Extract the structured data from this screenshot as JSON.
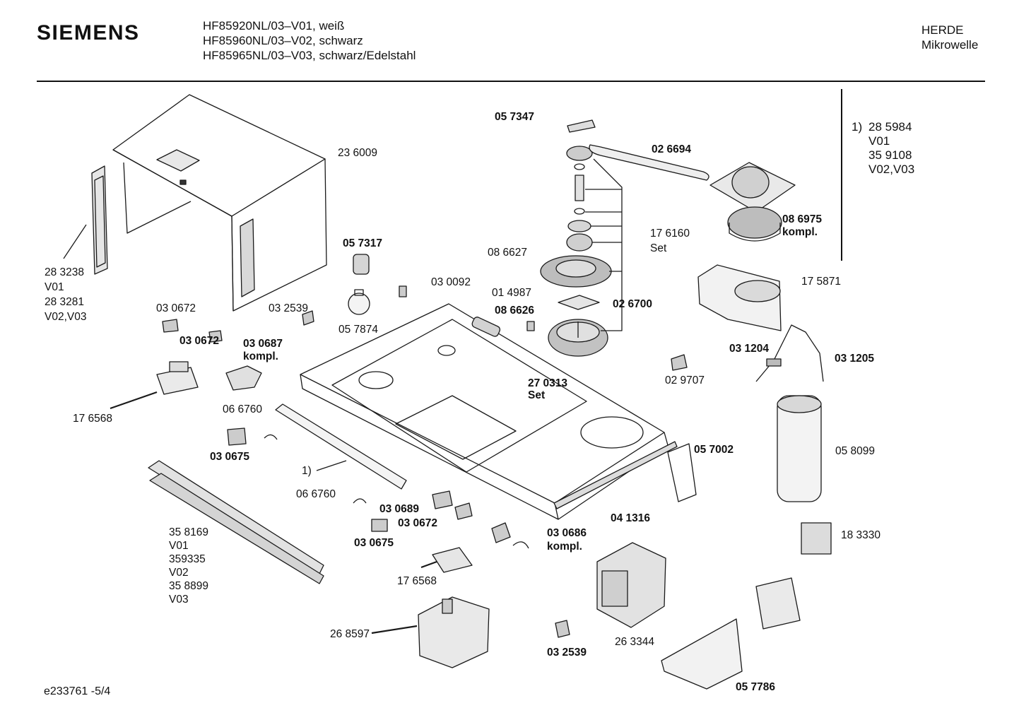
{
  "header": {
    "brand": "SIEMENS",
    "models": [
      "HF85920NL/03–V01, weiß",
      "HF85960NL/03–V02, schwarz",
      "HF85965NL/03–V03, schwarz/Edelstahl"
    ],
    "category": [
      "HERDE",
      "Mikrowelle"
    ]
  },
  "footnote": {
    "marker": "1)",
    "lines": [
      "28 5984",
      "V01",
      "35 9108",
      "V02,V03"
    ]
  },
  "labels": [
    {
      "id": "l236009",
      "text": "23 6009",
      "bold": false
    },
    {
      "id": "l283238",
      "text": "28 3238",
      "bold": false
    },
    {
      "id": "l283238v",
      "text": "V01",
      "bold": false
    },
    {
      "id": "l283281",
      "text": "28 3281",
      "bold": false
    },
    {
      "id": "l283281v",
      "text": "V02,V03",
      "bold": false
    },
    {
      "id": "l057347",
      "text": "05 7347",
      "bold": true
    },
    {
      "id": "l026694",
      "text": "02 6694",
      "bold": true
    },
    {
      "id": "l176160",
      "text": "17 6160",
      "bold": false
    },
    {
      "id": "l176160s",
      "text": "Set",
      "bold": false
    },
    {
      "id": "l086975",
      "text": "08 6975",
      "bold": true
    },
    {
      "id": "l086975k",
      "text": "kompl.",
      "bold": true
    },
    {
      "id": "l057317",
      "text": "05 7317",
      "bold": true
    },
    {
      "id": "l086627",
      "text": "08 6627",
      "bold": false
    },
    {
      "id": "l175871",
      "text": "17 5871",
      "bold": false
    },
    {
      "id": "l030092",
      "text": "03 0092",
      "bold": false
    },
    {
      "id": "l014987",
      "text": "01 4987",
      "bold": false
    },
    {
      "id": "l026700",
      "text": "02 6700",
      "bold": true
    },
    {
      "id": "l086626",
      "text": "08 6626",
      "bold": true
    },
    {
      "id": "l030672a",
      "text": "03 0672",
      "bold": false
    },
    {
      "id": "l032539a",
      "text": "03 2539",
      "bold": false
    },
    {
      "id": "l057874",
      "text": "05 7874",
      "bold": false
    },
    {
      "id": "l030672b",
      "text": "03 0672",
      "bold": true
    },
    {
      "id": "l030687",
      "text": "03 0687",
      "bold": true
    },
    {
      "id": "l030687k",
      "text": "kompl.",
      "bold": true
    },
    {
      "id": "l031204",
      "text": "03 1204",
      "bold": true
    },
    {
      "id": "l031205",
      "text": "03 1205",
      "bold": true
    },
    {
      "id": "l029707",
      "text": "02 9707",
      "bold": false
    },
    {
      "id": "l270313",
      "text": "27 0313",
      "bold": true
    },
    {
      "id": "l270313s",
      "text": "Set",
      "bold": true
    },
    {
      "id": "l176568a",
      "text": "17 6568",
      "bold": false
    },
    {
      "id": "l066760a",
      "text": "06 6760",
      "bold": false
    },
    {
      "id": "l030675a",
      "text": "03 0675",
      "bold": true
    },
    {
      "id": "l057002",
      "text": "05 7002",
      "bold": true
    },
    {
      "id": "l058099",
      "text": "05 8099",
      "bold": false
    },
    {
      "id": "lfn1",
      "text": "1)",
      "bold": false
    },
    {
      "id": "l066760b",
      "text": "06 6760",
      "bold": false
    },
    {
      "id": "l030689",
      "text": "03 0689",
      "bold": true
    },
    {
      "id": "l030672c",
      "text": "03 0672",
      "bold": true
    },
    {
      "id": "l041316",
      "text": "04 1316",
      "bold": true
    },
    {
      "id": "l030686",
      "text": "03 0686",
      "bold": true
    },
    {
      "id": "l030686k",
      "text": "kompl.",
      "bold": true
    },
    {
      "id": "l030675b",
      "text": "03 0675",
      "bold": true
    },
    {
      "id": "l183330",
      "text": "18 3330",
      "bold": false
    },
    {
      "id": "l358169",
      "text": "35 8169",
      "bold": false
    },
    {
      "id": "l358169v",
      "text": "V01",
      "bold": false
    },
    {
      "id": "l359335",
      "text": "359335",
      "bold": false
    },
    {
      "id": "l359335v",
      "text": "V02",
      "bold": false
    },
    {
      "id": "l358899",
      "text": "35 8899",
      "bold": false
    },
    {
      "id": "l358899v",
      "text": "V03",
      "bold": false
    },
    {
      "id": "l176568b",
      "text": "17 6568",
      "bold": false
    },
    {
      "id": "l268597",
      "text": "26 8597",
      "bold": false
    },
    {
      "id": "l263344",
      "text": "26 3344",
      "bold": false
    },
    {
      "id": "l032539b",
      "text": "03 2539",
      "bold": true
    },
    {
      "id": "l057786",
      "text": "05 7786",
      "bold": true
    }
  ],
  "document_id": "e233761 -5/4"
}
